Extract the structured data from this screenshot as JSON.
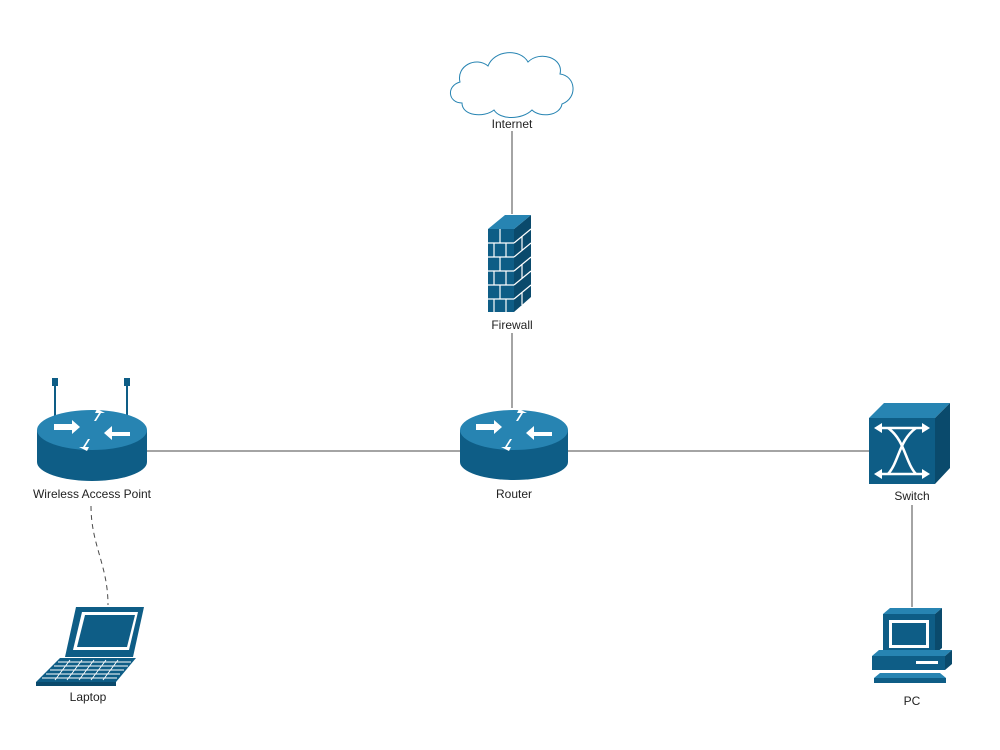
{
  "colors": {
    "icon_fill": "#0e5d86",
    "icon_top": "#2784b2",
    "icon_dark": "#0a4a6c",
    "icon_light": "#ffffff",
    "edge": "#4a4a4a",
    "label": "#222222"
  },
  "nodes": {
    "internet": {
      "label": "Internet",
      "icon": "cloud-icon"
    },
    "firewall": {
      "label": "Firewall",
      "icon": "firewall-icon"
    },
    "router": {
      "label": "Router",
      "icon": "router-icon"
    },
    "wap": {
      "label": "Wireless Access Point",
      "icon": "wireless-access-point-icon"
    },
    "switch": {
      "label": "Switch",
      "icon": "switch-icon"
    },
    "laptop": {
      "label": "Laptop",
      "icon": "laptop-icon"
    },
    "pc": {
      "label": "PC",
      "icon": "pc-icon"
    }
  },
  "edges": [
    {
      "from": "internet",
      "to": "firewall",
      "style": "solid"
    },
    {
      "from": "firewall",
      "to": "router",
      "style": "solid"
    },
    {
      "from": "wap",
      "to": "router",
      "style": "solid"
    },
    {
      "from": "router",
      "to": "switch",
      "style": "solid"
    },
    {
      "from": "wap",
      "to": "laptop",
      "style": "dashed"
    },
    {
      "from": "switch",
      "to": "pc",
      "style": "solid"
    }
  ]
}
